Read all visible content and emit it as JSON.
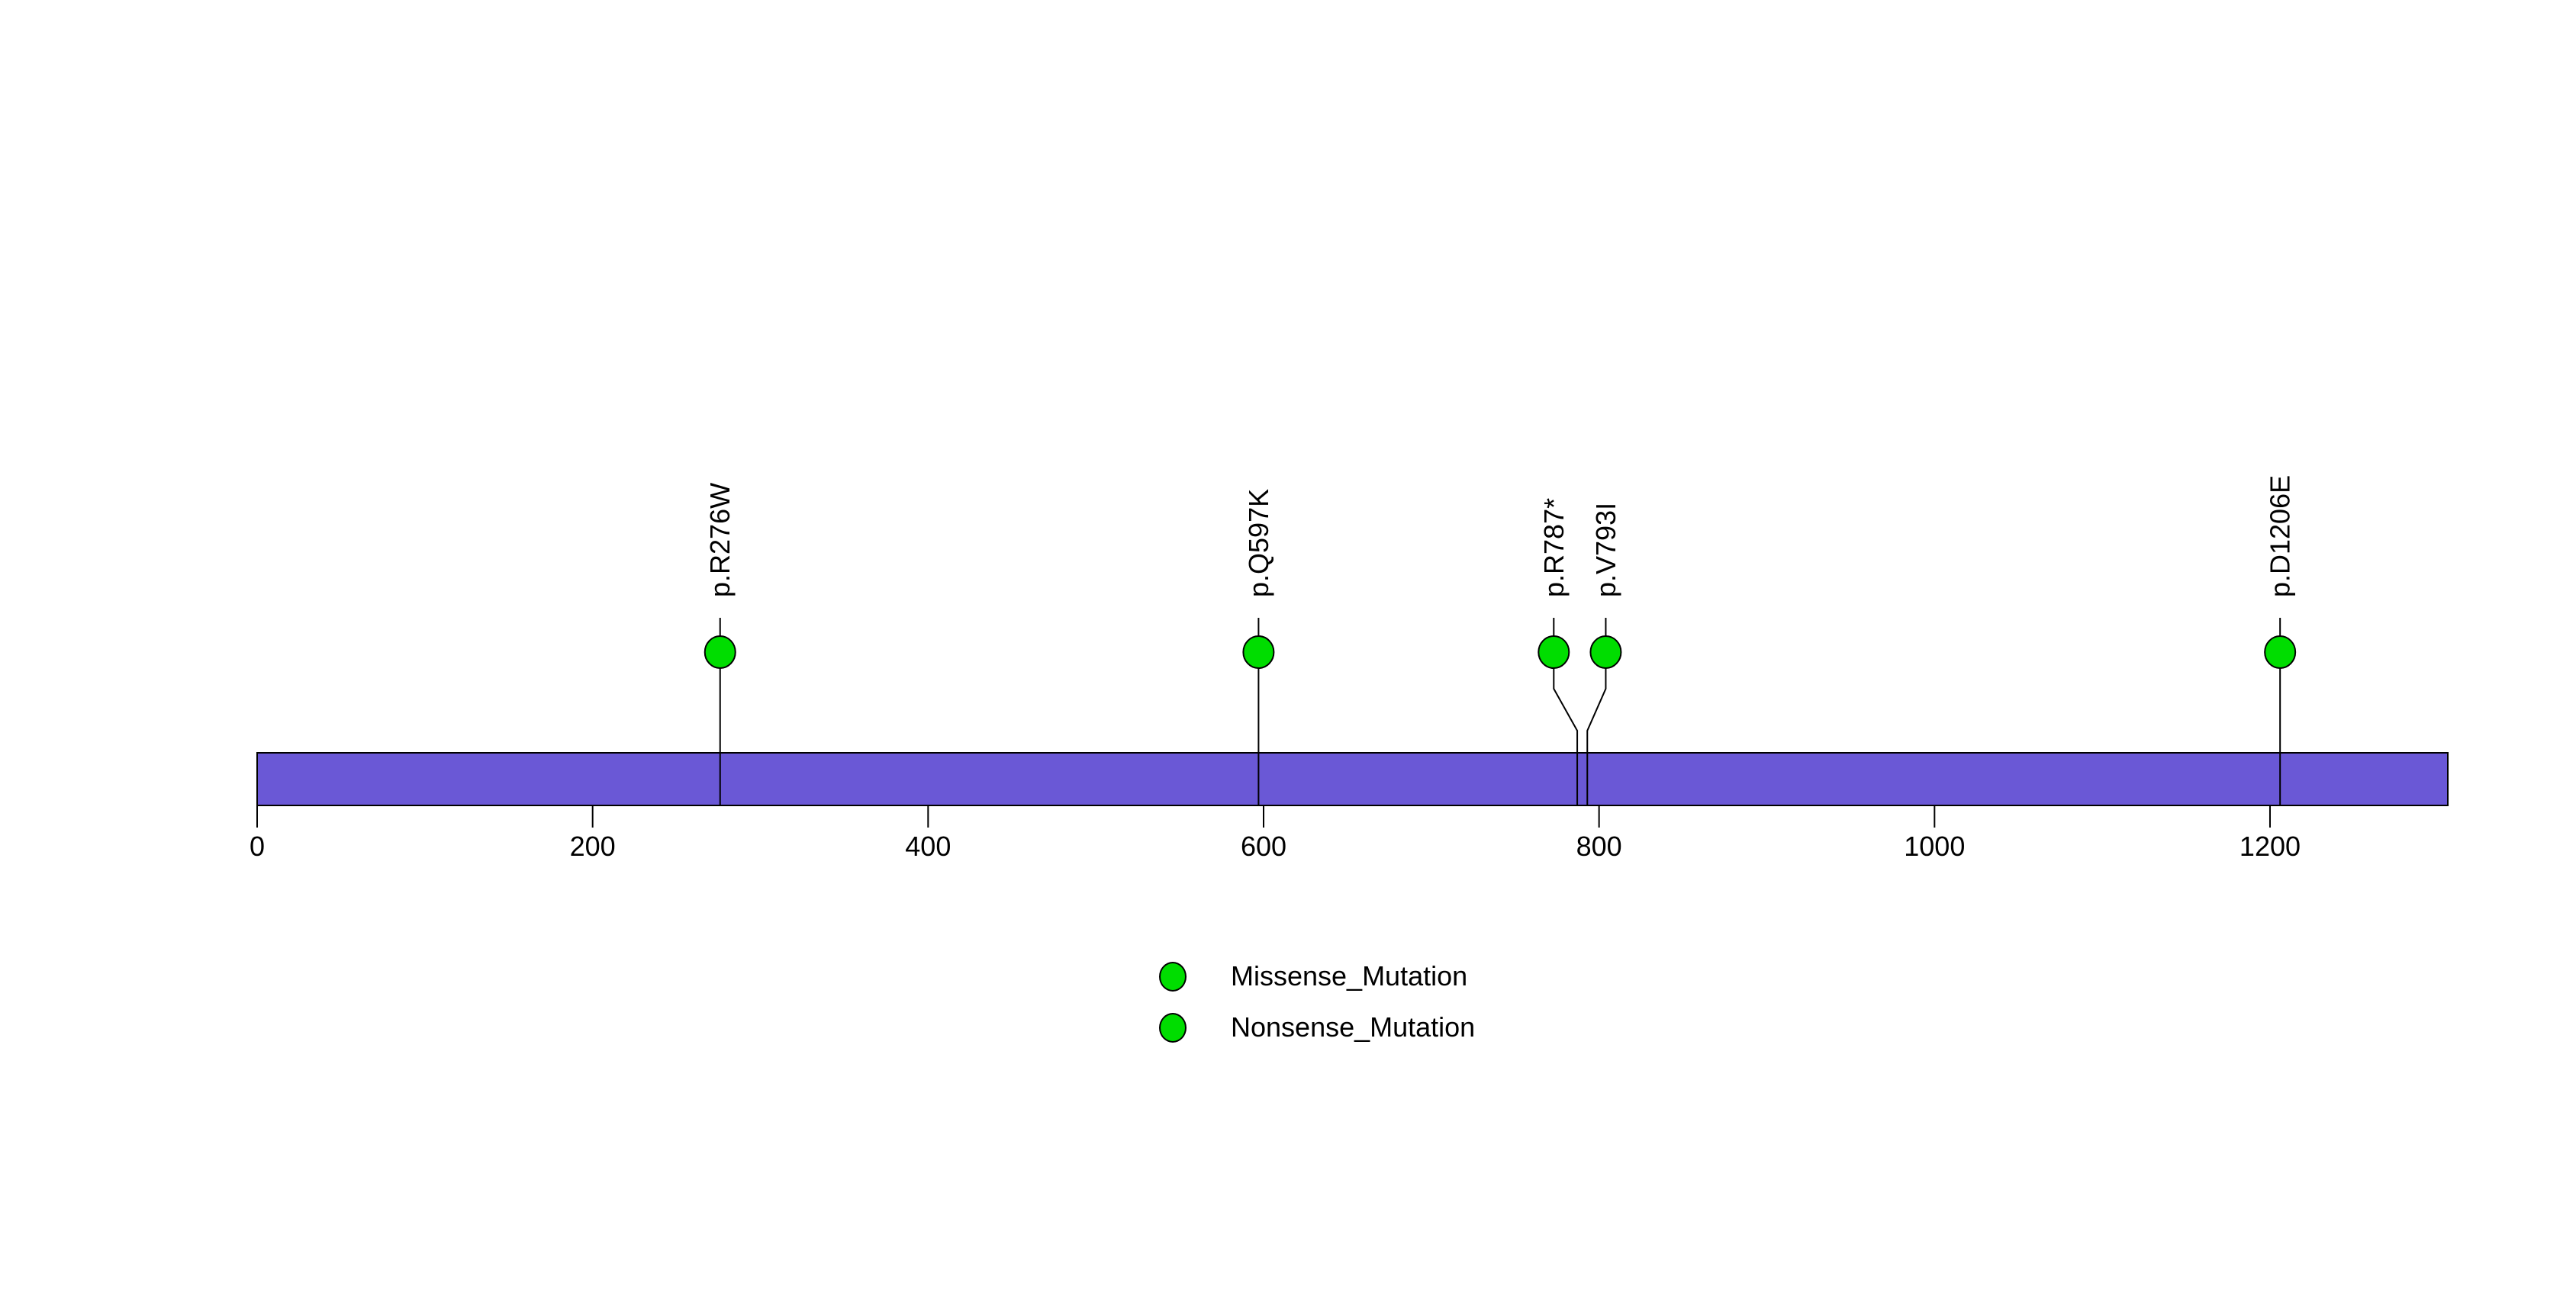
{
  "chart_data": {
    "type": "lollipop",
    "title": "",
    "xlabel": "",
    "ylabel": "",
    "x_ticks": [
      0,
      200,
      400,
      600,
      800,
      1000,
      1200
    ],
    "xlim": [
      0,
      1306
    ],
    "grid": false,
    "protein_bar": {
      "start": 0,
      "end": 1306,
      "color": "#6A58D6",
      "border_color": "#000000"
    },
    "mutations": [
      {
        "label": "p.R276W",
        "position": 276,
        "display_position": 276,
        "type": "Missense_Mutation"
      },
      {
        "label": "p.Q597K",
        "position": 597,
        "display_position": 597,
        "type": "Missense_Mutation"
      },
      {
        "label": "p.R787*",
        "position": 787,
        "display_position": 773,
        "type": "Nonsense_Mutation"
      },
      {
        "label": "p.V793I",
        "position": 793,
        "display_position": 804,
        "type": "Missense_Mutation"
      },
      {
        "label": "p.D1206E",
        "position": 1206,
        "display_position": 1206,
        "type": "Missense_Mutation"
      }
    ],
    "legend": {
      "position": "bottom-center",
      "items": [
        {
          "label": "Missense_Mutation",
          "color": "#00DD00"
        },
        {
          "label": "Nonsense_Mutation",
          "color": "#00DD00"
        }
      ]
    },
    "colors": {
      "marker_fill": "#00DD00",
      "marker_stroke": "#000000",
      "stem": "#000000",
      "axis_text": "#000000"
    }
  }
}
